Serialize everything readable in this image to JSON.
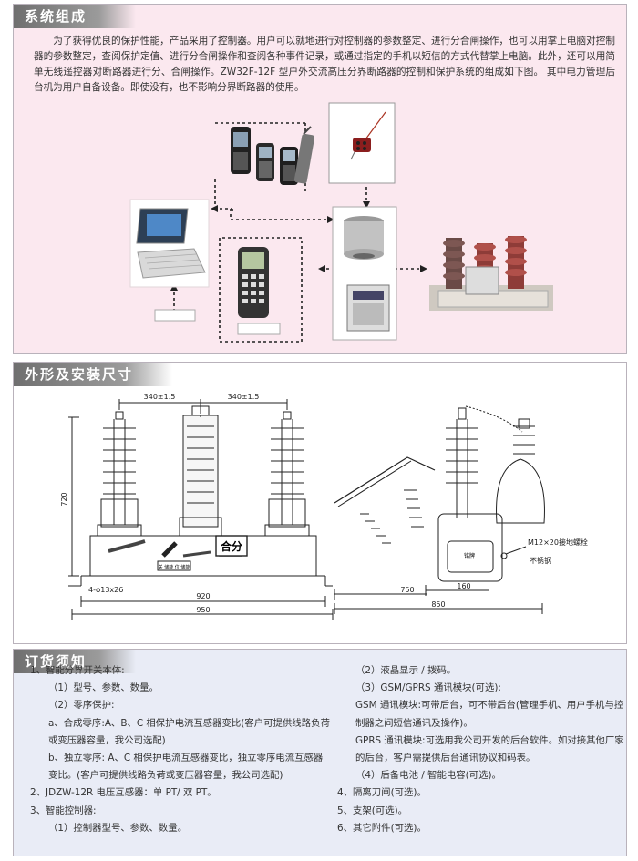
{
  "section1": {
    "title": "系统组成",
    "intro": "为了获得优良的保护性能，产品采用了控制器。用户可以就地进行对控制器的参数整定、进行分合闸操作，也可以用掌上电脑对控制器的参数整定，查阅保护定值、进行分合闸操作和查阅各种事件记录，或通过指定的手机以短信的方式代替掌上电脑。此外，还可以用简单无线遥控器对断路器进行分、合闸操作。ZW32F-12F 型户外交流高压分界断路器的控制和保护系统的组成如下图。 其中电力管理后台机为用户自备设备。即使没有，也不影响分界断路器的使用。"
  },
  "section2": {
    "title": "外形及安装尺寸",
    "dims": {
      "d1": "340±1.5",
      "d2": "340±1.5",
      "height": "720",
      "holes": "4-φ13x26",
      "d920": "920",
      "d950": "950",
      "d750": "750",
      "d160": "160",
      "d850": "850",
      "bolt": "M12×20接地螺栓",
      "bolt2": "不锈钢",
      "knob": "合分",
      "plate": "关 储能 位 储能",
      "plate_side": "铭牌"
    }
  },
  "section3": {
    "title": "订货须知",
    "left": [
      {
        "text": "1、智能分界开关本体:",
        "indent": 0
      },
      {
        "text": "（1）型号、参数、数量。",
        "indent": 1
      },
      {
        "text": "（2）零序保护:",
        "indent": 1
      },
      {
        "text": "a、合成零序:A、B、C 相保护电流互感器变比(客户可提供线路负荷或变压器容量，我公司选配)",
        "indent": 1,
        "wrap": true
      },
      {
        "text": "b、独立零序: A、C 相保护电流互感器变比，独立零序电流互感器变比。(客户可提供线路负荷或变压器容量，我公司选配)",
        "indent": 1,
        "wrap": true
      },
      {
        "text": "2、JDZW-12R 电压互感器：单 PT/ 双 PT。",
        "indent": 0
      },
      {
        "text": "3、智能控制器:",
        "indent": 0
      },
      {
        "text": "（1）控制器型号、参数、数量。",
        "indent": 1
      }
    ],
    "right": [
      {
        "text": "（2）液晶显示 / 拨码。",
        "indent": 1
      },
      {
        "text": "（3）GSM/GPRS 通讯模块(可选):",
        "indent": 1
      },
      {
        "text": "GSM 通讯模块:可带后台，可不带后台(管理手机、用户手机与控制器之间短信通讯及操作)。",
        "indent": 1,
        "wrap": true
      },
      {
        "text": "GPRS 通讯模块:可选用我公司开发的后台软件。如对接其他厂家的后台，客户需提供后台通讯协议和码表。",
        "indent": 1,
        "wrap": true
      },
      {
        "text": "（4）后备电池 / 智能电容(可选)。",
        "indent": 1
      },
      {
        "text": "4、隔离刀闸(可选)。",
        "indent": 0
      },
      {
        "text": "5、支架(可选)。",
        "indent": 0
      },
      {
        "text": "6、其它附件(可选)。",
        "indent": 0
      }
    ]
  },
  "icons": [
    "mobile-phone-icon",
    "laptop-icon",
    "handheld-pda-icon",
    "remote-control-icon",
    "controller-icon",
    "switchgear-icon"
  ]
}
